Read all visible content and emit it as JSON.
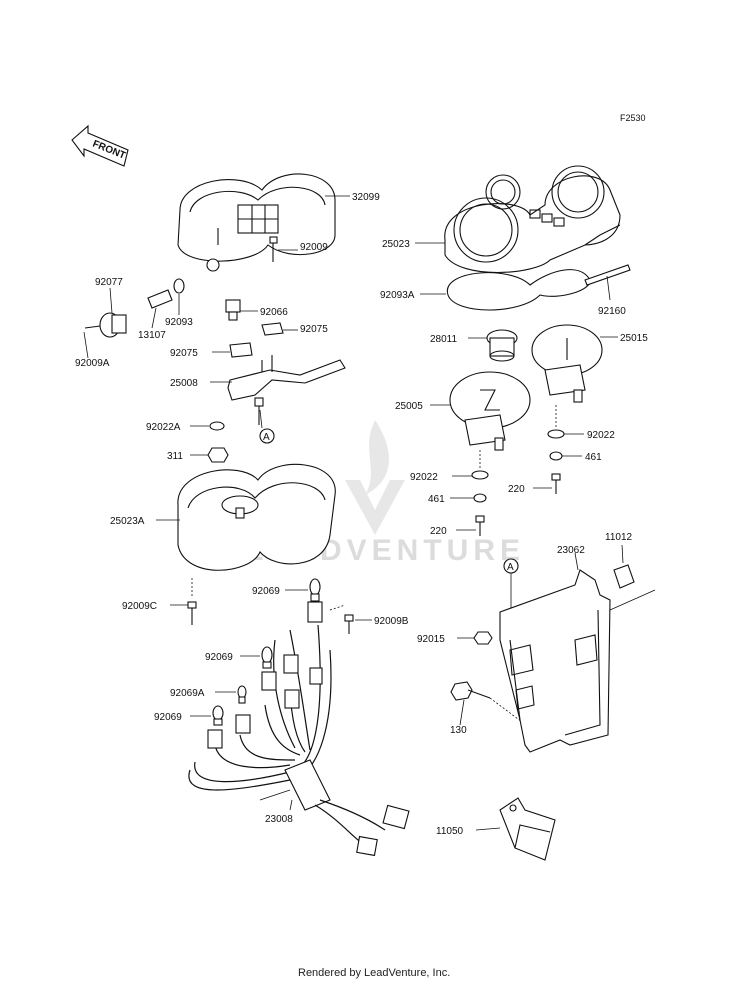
{
  "figure_code": "F2530",
  "front_arrow_text": "FRONT",
  "watermark_text": "LEADVENTURE",
  "footer_text": "Rendered by LeadVenture, Inc.",
  "callout_a": "A",
  "parts": {
    "p32099": "32099",
    "p92077": "92077",
    "p92009": "92009",
    "p92093": "92093",
    "p13107": "13107",
    "p92066": "92066",
    "p92075a": "92075",
    "p92075b": "92075",
    "p92009A": "92009A",
    "p25008": "25008",
    "p92022A": "92022A",
    "p311": "311",
    "p25023A": "25023A",
    "p92009C": "92009C",
    "p92069a": "92069",
    "p92009B": "92009B",
    "p92069b": "92069",
    "p92069A": "92069A",
    "p92069c": "92069",
    "p23008": "23008",
    "p25023": "25023",
    "p92093A": "92093A",
    "p92160": "92160",
    "p28011": "28011",
    "p25015": "25015",
    "p25005": "25005",
    "p92022a": "92022",
    "p92022b": "92022",
    "p461a": "461",
    "p461b": "461",
    "p220a": "220",
    "p220b": "220",
    "p23062": "23062",
    "p11012": "11012",
    "p92015": "92015",
    "p130": "130",
    "p11050": "11050"
  }
}
